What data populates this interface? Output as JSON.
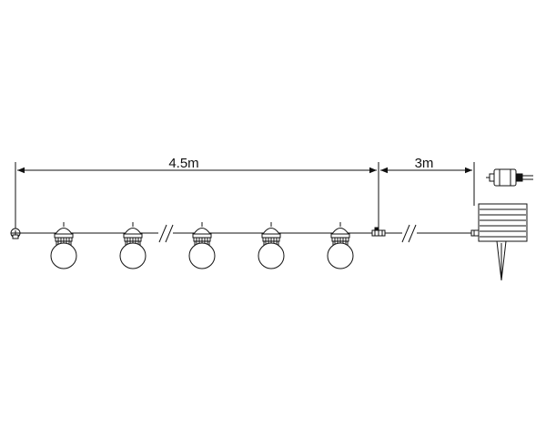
{
  "diagram": {
    "dimensions": {
      "string_length": "4.5m",
      "lead_length": "3m"
    },
    "components": {
      "bulb_count": 5,
      "bulb_icon": "globe-bulb-icon",
      "end_cap_icon": "end-cap-icon",
      "connector_icon": "cable-connector-icon",
      "solar_panel_icon": "solar-panel-icon",
      "ground_stake_icon": "ground-stake-icon",
      "adapter_icon": "plug-adapter-icon",
      "break_mark_icon": "cable-break-icon"
    },
    "colors": {
      "line": "#111111",
      "background": "#ffffff"
    }
  }
}
